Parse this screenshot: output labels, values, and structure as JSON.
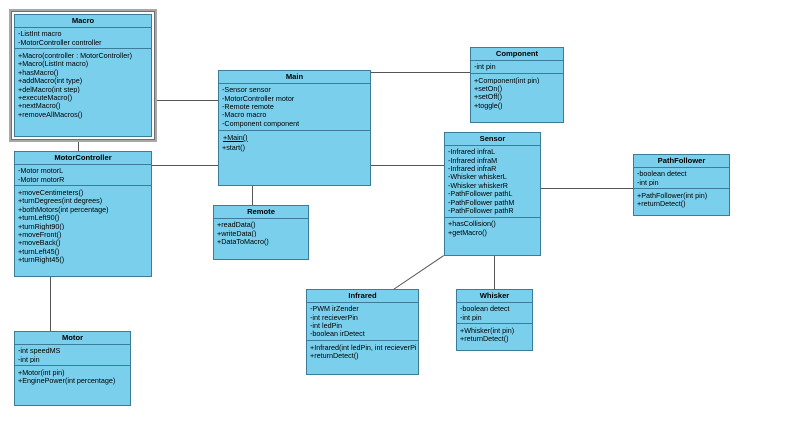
{
  "diagram": {
    "type": "uml-class-diagram",
    "background": "#ffffff",
    "class_fill": "#7ACFEC",
    "class_border": "#3B7D99",
    "connector_color": "#555555",
    "selection_color": "#a8a8a8"
  },
  "classes": {
    "macro": {
      "name": "Macro",
      "attributes": [
        "-ListInt macro",
        "-MotorController controller"
      ],
      "methods": [
        "+Macro(controller : MotorController)",
        "+Macro(ListInt macro)",
        "+hasMacro()",
        "+addMacro(int type)",
        "+delMacro(int step)",
        "+executeMacro()",
        "+nextMacro()",
        "+removeAllMacros()"
      ]
    },
    "motorcontroller": {
      "name": "MotorController",
      "attributes": [
        "-Motor motorL",
        "-Motor motorR"
      ],
      "methods": [
        "+moveCentimeters()",
        "+turnDegrees(int degrees)",
        "+bothMotors(int percentage)",
        "+turnLeft90()",
        "+turnRight90()",
        "+moveFront()",
        "+moveBack()",
        "+turnLeft45()",
        "+turnRight45()"
      ]
    },
    "motor": {
      "name": "Motor",
      "attributes": [
        "-int speedMS",
        "-int pin"
      ],
      "methods": [
        "+Motor(int pin)",
        "+EnginePower(int percentage)"
      ]
    },
    "main": {
      "name": "Main",
      "attributes": [
        "-Sensor sensor",
        "-MotorController motor",
        "-Remote remote",
        "-Macro macro",
        "-Component component"
      ],
      "methods": [
        "+Main()",
        "+start()"
      ]
    },
    "remote": {
      "name": "Remote",
      "attributes": [],
      "methods": [
        "+readData()",
        "+writeData()",
        "+DataToMacro()"
      ]
    },
    "component": {
      "name": "Component",
      "attributes": [
        "-int pin"
      ],
      "methods": [
        "+Component(int pin)",
        "+setOn()",
        "+setOff()",
        "+toggle()"
      ]
    },
    "sensor": {
      "name": "Sensor",
      "attributes": [
        "-Infrared infraL",
        "-Infrared infraM",
        "-Infrared infraR",
        "-Whisker whiskerL",
        "-Whisker whiskerR",
        "-PathFollower pathL",
        "-PathFollower pathM",
        "-PathFollower pathR"
      ],
      "methods": [
        "+hasCollision()",
        "+getMacro()"
      ]
    },
    "pathfollower": {
      "name": "PathFollower",
      "attributes": [
        "-boolean detect",
        "-int pin"
      ],
      "methods": [
        "+PathFollower(int pin)",
        "+returnDetect()"
      ]
    },
    "infrared": {
      "name": "Infrared",
      "attributes": [
        "-PWM irZender",
        "-int recieverPin",
        "-int ledPin",
        "-boolean irDetect"
      ],
      "methods": [
        "+Infrared(int ledPin, int recieverPin)",
        "+returnDetect()"
      ]
    },
    "whisker": {
      "name": "Whisker",
      "attributes": [
        "-boolean detect",
        "-int pin"
      ],
      "methods": [
        "+Whisker(int pin)",
        "+returnDetect()"
      ]
    }
  }
}
